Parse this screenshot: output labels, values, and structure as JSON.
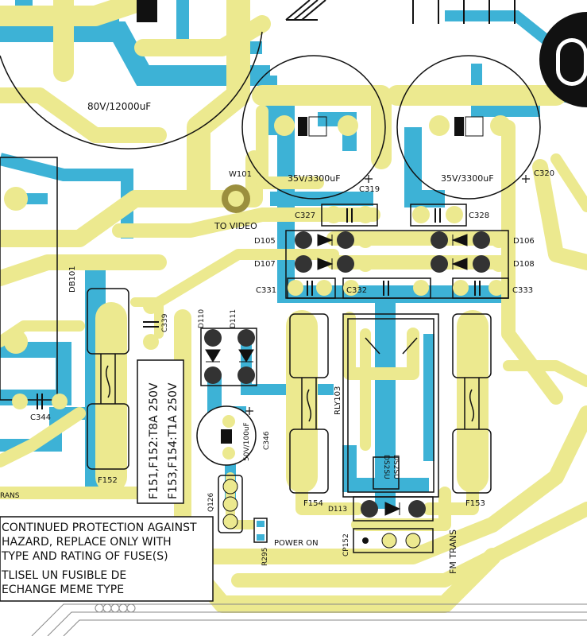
{
  "colors": {
    "background": "#ffffff",
    "top_copper": "#ece98f",
    "bottom_copper": "#3db2d6",
    "silkscreen": "#111111",
    "pad_dark": "#333333",
    "via_brown": "#9b8f3e"
  },
  "labels": {
    "cap_main": "80V/12000uF",
    "c319_value": "35V/3300uF",
    "c319": "C319",
    "c320_value": "35V/3300uF",
    "c320": "C320",
    "w101": "W101",
    "to_video": "TO VIDEO",
    "c327": "C327",
    "c328": "C328",
    "d105": "D105",
    "d106": "D106",
    "d107": "D107",
    "d108": "D108",
    "c331": "C331",
    "c332": "C332",
    "c333": "C333",
    "db101": "DB101",
    "c339": "C339",
    "c344": "C344",
    "d110": "D110",
    "d111": "D111",
    "fuse_rating_1": "F151,F152:T8A 250V",
    "fuse_rating_2": "F153,F154:T1A 250V",
    "c346": "C346",
    "c346_value": "50V/100uF",
    "rly103": "RLY103",
    "ds2su_1": "DS2SU",
    "ds2su_2": "DS2SU",
    "f152": "F152",
    "f154": "F154",
    "f153": "F153",
    "q126": "Q126",
    "d113": "D113",
    "cp152": "CP152",
    "r295": "R295",
    "power_on": "POWER ON",
    "fm_trans": "FM TRANS",
    "trans_partial": "RANS"
  },
  "warning": {
    "line1": "CONTINUED PROTECTION AGAINST",
    "line2": "HAZARD, REPLACE ONLY WITH",
    "line3": "TYPE AND RATING OF FUSE(S)",
    "line4": "TLISEL UN FUSIBLE DE",
    "line5": "ECHANGE MEME TYPE"
  }
}
